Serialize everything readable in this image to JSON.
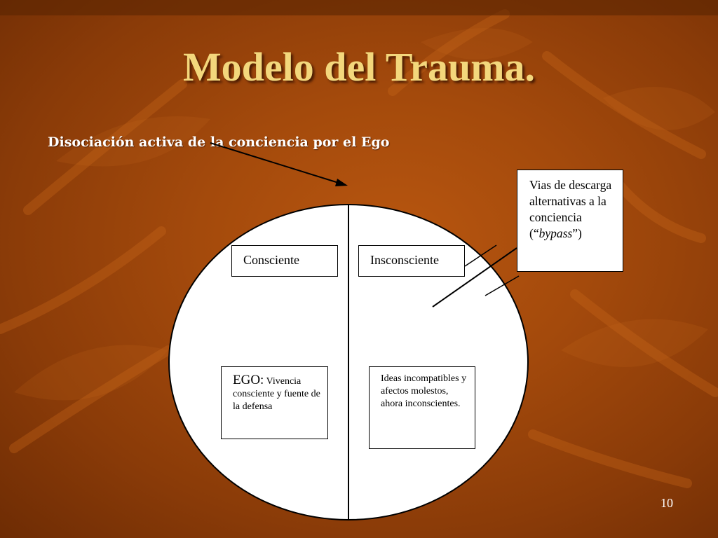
{
  "slide": {
    "title": "Modelo del Trauma.",
    "subtitle": "Disociación activa de la conciencia por el Ego",
    "page_number": "10"
  },
  "diagram": {
    "left_label": "Consciente",
    "right_label": "Insconsciente",
    "ego_box": {
      "label": "EGO:",
      "text": " Vivencia consciente y fuente de la defensa"
    },
    "ideas_box": {
      "text": "Ideas incompatibles y afectos molestos, ahora inconscientes."
    },
    "bypass_box": {
      "text_before": "Vias de descarga alternativas a la conciencia (“",
      "emphasis": "bypass",
      "text_after": "”)"
    }
  },
  "colors": {
    "background": "#a44a0c",
    "title": "#f3d77c",
    "subtitle": "#ffffff"
  }
}
